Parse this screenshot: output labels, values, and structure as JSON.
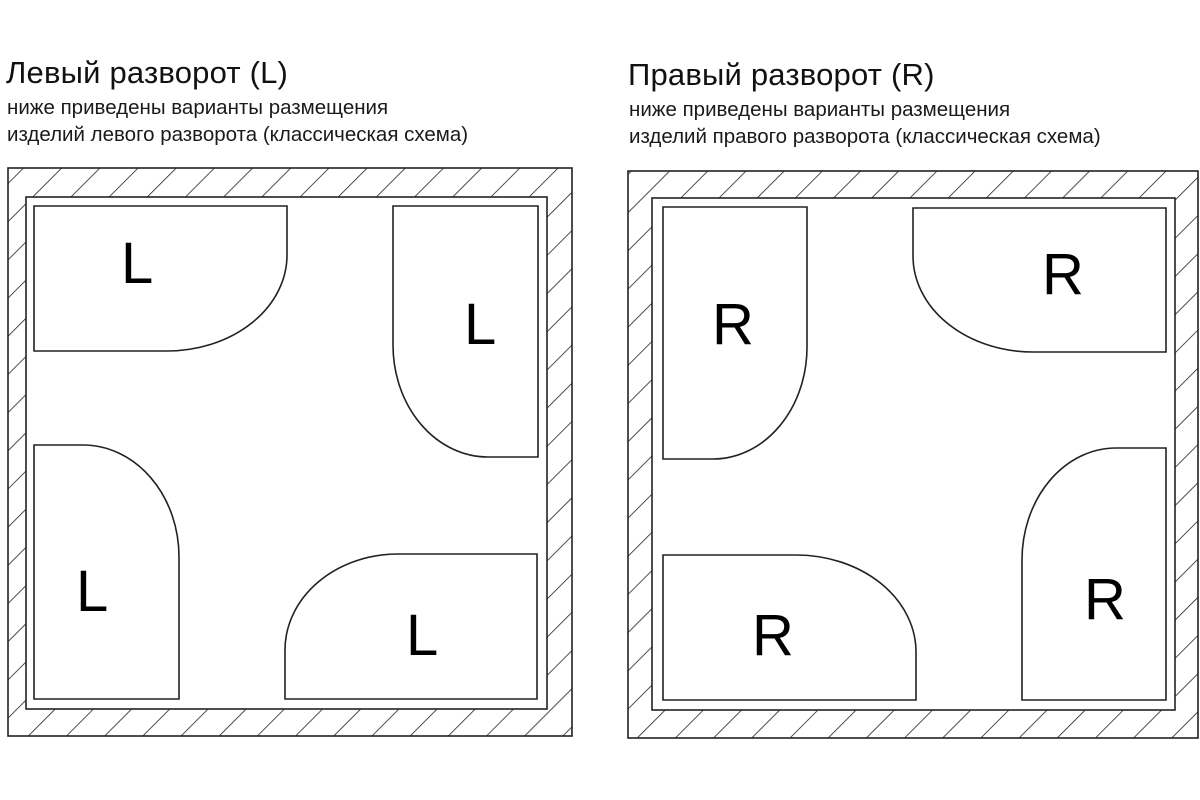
{
  "left_panel": {
    "title": "Левый разворот (L)",
    "subtitle_line1": "ниже приведены варианты размещения",
    "subtitle_line2": "изделий левого разворота (классическая схема)",
    "tubs": [
      {
        "position": "top-left",
        "label": "L"
      },
      {
        "position": "top-right",
        "label": "L"
      },
      {
        "position": "bottom-left",
        "label": "L"
      },
      {
        "position": "bottom-right",
        "label": "L"
      }
    ]
  },
  "right_panel": {
    "title": "Правый разворот (R)",
    "subtitle_line1": "ниже приведены варианты размещения",
    "subtitle_line2": "изделий правого разворота (классическая схема)",
    "tubs": [
      {
        "position": "top-left",
        "label": "R"
      },
      {
        "position": "top-right",
        "label": "R"
      },
      {
        "position": "bottom-left",
        "label": "R"
      },
      {
        "position": "bottom-right",
        "label": "R"
      }
    ]
  },
  "colors": {
    "line": "#222222",
    "background": "#ffffff"
  }
}
